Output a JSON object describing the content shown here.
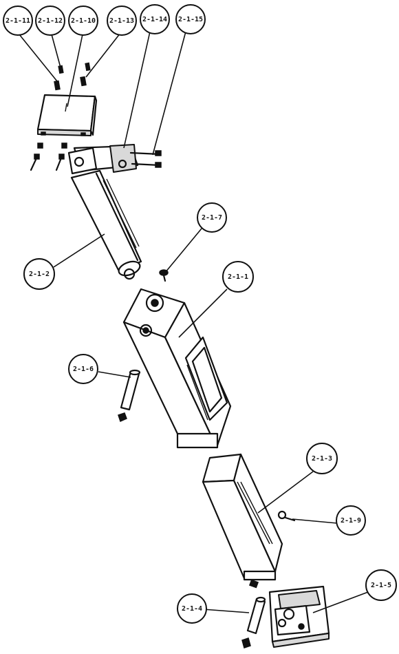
{
  "callouts": {
    "c_2_1_11": "2-1-11",
    "c_2_1_12": "2-1-12",
    "c_2_1_10": "2-1-10",
    "c_2_1_13": "2-1-13",
    "c_2_1_14": "2-1-14",
    "c_2_1_15": "2-1-15",
    "c_2_1_7": "2-1-7",
    "c_2_1_2": "2-1-2",
    "c_2_1_1": "2-1-1",
    "c_2_1_6": "2-1-6",
    "c_2_1_3": "2-1-3",
    "c_2_1_9": "2-1-9",
    "c_2_1_5": "2-1-5",
    "c_2_1_4": "2-1-4"
  }
}
